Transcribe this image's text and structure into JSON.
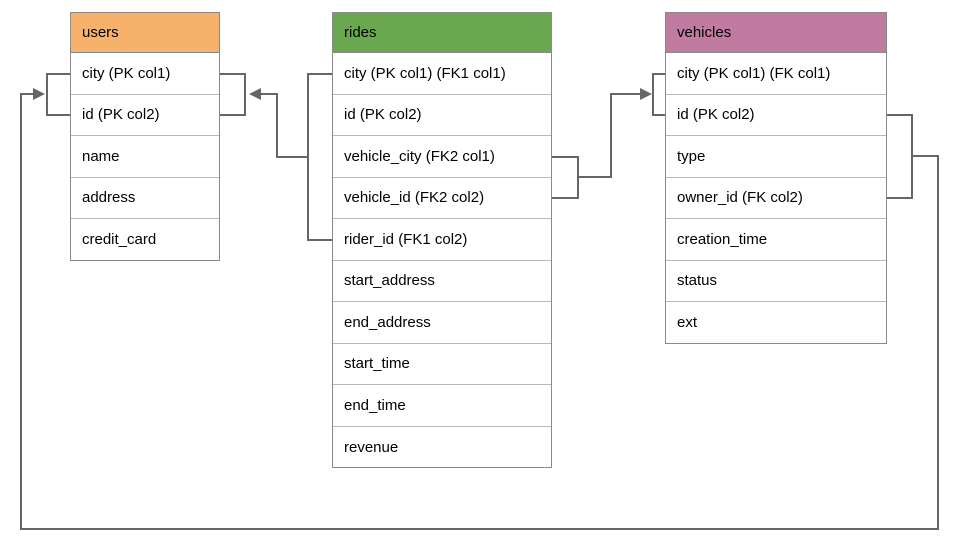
{
  "diagram": {
    "type": "database-schema",
    "tables": {
      "users": {
        "title": "users",
        "header_color": "#F6B26B",
        "rows": [
          "city (PK col1)",
          "id (PK col2)",
          "name",
          "address",
          "credit_card"
        ]
      },
      "rides": {
        "title": "rides",
        "header_color": "#6AA84F",
        "rows": [
          "city (PK col1) (FK1 col1)",
          "id (PK col2)",
          "vehicle_city (FK2 col1)",
          "vehicle_id (FK2 col2)",
          "rider_id (FK1 col2)",
          "start_address",
          "end_address",
          "start_time",
          "end_time",
          "revenue"
        ]
      },
      "vehicles": {
        "title": "vehicles",
        "header_color": "#C27BA0",
        "rows": [
          "city (PK col1) (FK col1)",
          "id (PK col2)",
          "type",
          "owner_id (FK col2)",
          "creation_time",
          "status",
          "ext"
        ]
      }
    },
    "connectors": [
      {
        "from": "rides: city (FK1 col1) + rider_id (FK1 col2)",
        "to": "users: city (PK col1) + id (PK col2)",
        "arrow_points_at": "users"
      },
      {
        "from": "rides: vehicle_city (FK2 col1) + vehicle_id (FK2 col2)",
        "to": "vehicles: city (PK col1) + id (PK col2)",
        "arrow_points_at": "vehicles"
      },
      {
        "from": "vehicles: id (PK col2) + owner_id (FK col2)",
        "to": "users: city (PK col1) + id (PK col2)",
        "arrow_points_at": "users",
        "route": "right side, down, along bottom edge, up left side"
      }
    ],
    "colors": {
      "connector_line": "#666666",
      "table_border": "#8a8a8a",
      "row_divider": "#b9b9b9",
      "background": "#ffffff",
      "text": "#000000",
      "users_header": "#F6B26B",
      "rides_header": "#6AA84F",
      "vehicles_header": "#C27BA0"
    }
  }
}
